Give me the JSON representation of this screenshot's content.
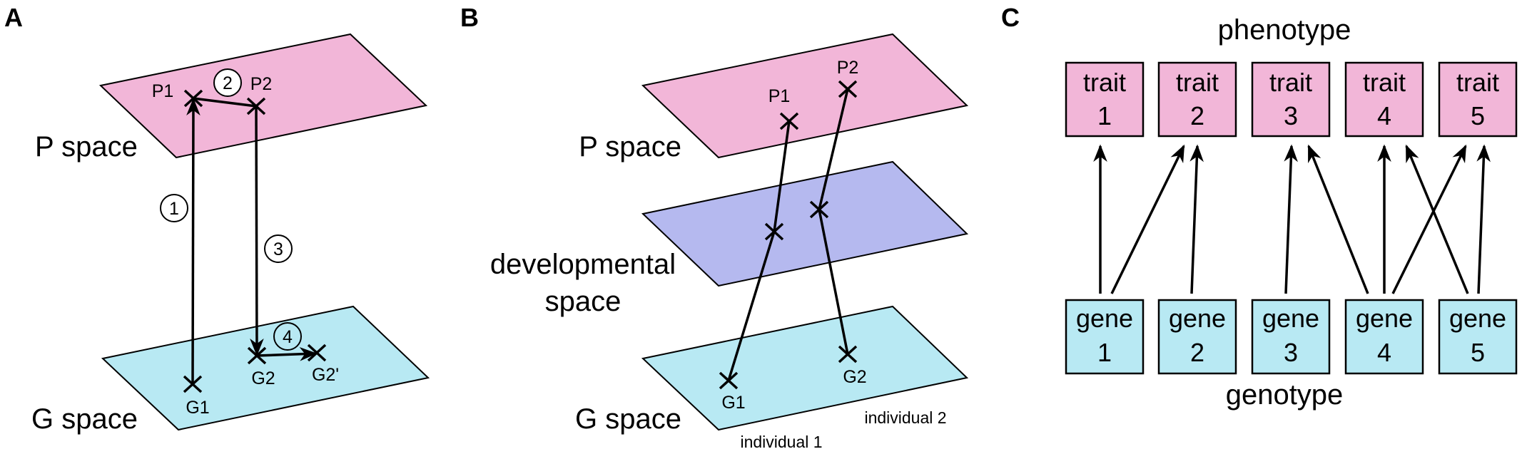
{
  "colors": {
    "phenotype_plane": "#f2b6d8",
    "developmental_plane": "#b5b9ef",
    "genotype_plane": "#b8e9f3"
  },
  "panel_a": {
    "label": "A",
    "p_space": "P space",
    "g_space": "G space",
    "points": {
      "p1": "P1",
      "p2": "P2",
      "g1": "G1",
      "g2": "G2",
      "g2prime": "G2'"
    },
    "steps": [
      "1",
      "2",
      "3",
      "4"
    ]
  },
  "panel_b": {
    "label": "B",
    "p_space": "P space",
    "dev_space_line1": "developmental",
    "dev_space_line2": "space",
    "g_space": "G space",
    "points": {
      "p1": "P1",
      "p2": "P2",
      "g1": "G1",
      "g2": "G2"
    },
    "individual1": "individual 1",
    "individual2": "individual 2"
  },
  "panel_c": {
    "label": "C",
    "phenotype": "phenotype",
    "genotype": "genotype",
    "traits": [
      {
        "word": "trait",
        "num": "1"
      },
      {
        "word": "trait",
        "num": "2"
      },
      {
        "word": "trait",
        "num": "3"
      },
      {
        "word": "trait",
        "num": "4"
      },
      {
        "word": "trait",
        "num": "5"
      }
    ],
    "genes": [
      {
        "word": "gene",
        "num": "1"
      },
      {
        "word": "gene",
        "num": "2"
      },
      {
        "word": "gene",
        "num": "3"
      },
      {
        "word": "gene",
        "num": "4"
      },
      {
        "word": "gene",
        "num": "5"
      }
    ],
    "edges": [
      [
        1,
        1
      ],
      [
        1,
        2
      ],
      [
        2,
        2
      ],
      [
        3,
        3
      ],
      [
        4,
        3
      ],
      [
        4,
        4
      ],
      [
        4,
        5
      ],
      [
        5,
        4
      ],
      [
        5,
        5
      ]
    ]
  }
}
